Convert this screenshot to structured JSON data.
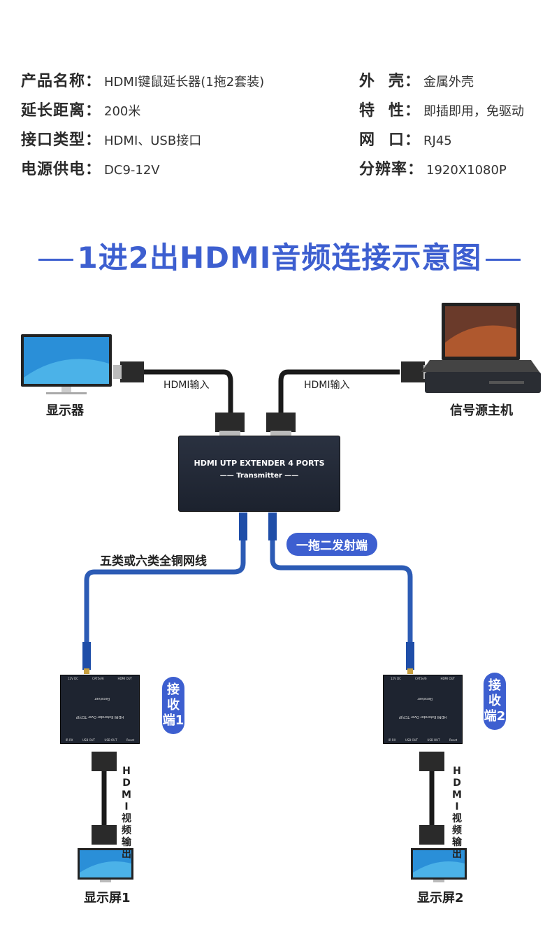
{
  "specs_left": [
    {
      "label": "产品名称：",
      "value": "HDMI键鼠延长器(1拖2套装)"
    },
    {
      "label": "延长距离：",
      "value": "200米"
    },
    {
      "label": "接口类型：",
      "value": "HDMI、USB接口"
    },
    {
      "label": "电源供电：",
      "value": "DC9-12V"
    }
  ],
  "specs_right": [
    {
      "label_a": "外",
      "label_b": "壳：",
      "value": "金属外壳"
    },
    {
      "label_a": "特",
      "label_b": "性：",
      "value": "即插即用，免驱动"
    },
    {
      "label_a": "网",
      "label_b": "口：",
      "value": "RJ45"
    },
    {
      "label_full": "分辨率：",
      "value": "1920X1080P"
    }
  ],
  "title": "1进2出HDMI音频连接示意图",
  "diagram": {
    "monitor_label": "显示器",
    "host_label": "信号源主机",
    "hdmi_in_left": "HDMI输入",
    "hdmi_in_right": "HDMI输入",
    "transmitter_title": "HDMI UTP EXTENDER 4 PORTS",
    "transmitter_sub": "Transmitter",
    "cable_label": "五类或六类全铜网线",
    "tx_pill": "一拖二发射端",
    "receiver1_pill": "接收端1",
    "receiver2_pill": "接收端2",
    "hdmi_out_1": "HDMI视频输出",
    "hdmi_out_2": "HDMI视频输出",
    "screen1_label": "显示屏1",
    "screen2_label": "显示屏2",
    "rx_model": "HDMI Extender Over TCP/IP",
    "rx_role": "Receiver",
    "rx_top_ports": [
      "12V DC",
      "CAT5e/6",
      "HDMI OUT"
    ],
    "rx_bottom_ports": [
      "IR RX",
      "USB OUT",
      "USB OUT",
      "Reset"
    ]
  },
  "colors": {
    "accent": "#3d5fd0",
    "cable_blue": "#2c5bb5",
    "device_dark": "#1e2430"
  }
}
